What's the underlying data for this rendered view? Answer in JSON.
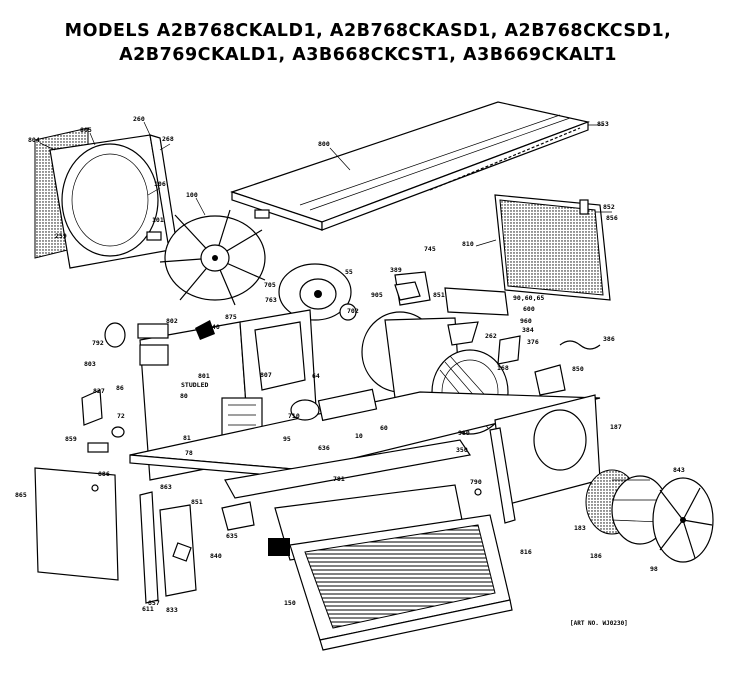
{
  "title": {
    "line1": "MODELS A2B768CKALD1, A2B768CKASD1, A2B768CKCSD1,",
    "line2": "A2B769CKALD1, A3B668CKCST1, A3B669CKALT1"
  },
  "art_number": "[ART NO. WJ0230]"
}
